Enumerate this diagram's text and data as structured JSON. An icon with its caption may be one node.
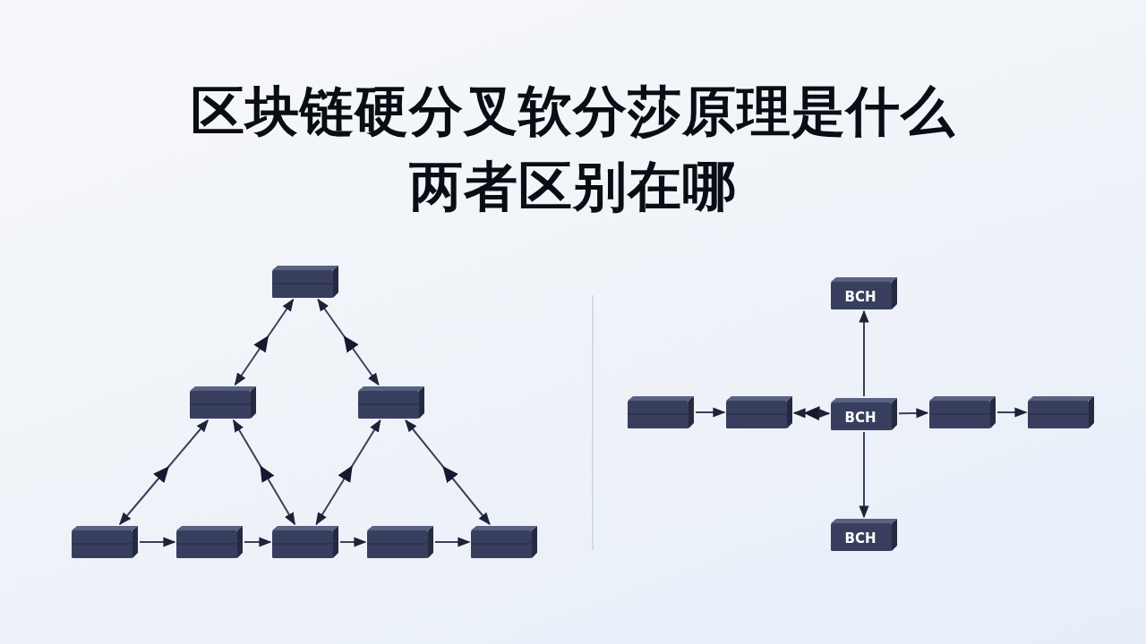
{
  "diagram": {
    "title": "区块链硬分叉软分莎原理是什么两者区别在哪",
    "nodes": [
      {
        "text": [],
        "shape": "box"
      },
      {
        "text": [],
        "shape": "box"
      },
      {
        "text": [],
        "shape": "box"
      },
      {
        "text": [],
        "shape": "box"
      },
      {
        "text": [],
        "shape": "box"
      },
      {
        "text": [],
        "shape": "box"
      },
      {
        "text": [],
        "shape": "box"
      },
      {
        "text": [],
        "shape": "box"
      },
      {
        "text": [
          "BCH"
        ]
      },
      {
        "text": [],
        "shape": "box"
      },
      {
        "text": [],
        "shape": "box"
      },
      {
        "text": [
          "BCH"
        ]
      },
      {
        "text": [],
        "shape": "box"
      },
      {
        "text": [],
        "shape": "box"
      },
      {
        "text": [
          "BCH"
        ]
      }
    ],
    "edges": [
      {
        "from": 0,
        "to": 1,
        "arrow": "both"
      },
      {
        "from": 0,
        "to": 2,
        "arrow": "both"
      },
      {
        "from": 1,
        "to": 3,
        "arrow": "both"
      },
      {
        "from": 1,
        "to": 5,
        "arrow": "both"
      },
      {
        "from": 2,
        "to": 5,
        "arrow": "both"
      },
      {
        "from": 2,
        "to": 7,
        "arrow": "both"
      },
      {
        "from": 3,
        "to": 4,
        "arrow": "to"
      },
      {
        "from": 4,
        "to": 5,
        "arrow": "to"
      },
      {
        "from": 5,
        "to": 6,
        "arrow": "to"
      },
      {
        "from": 6,
        "to": 7,
        "arrow": "to"
      },
      {
        "from": 9,
        "to": 10,
        "arrow": "to"
      },
      {
        "from": 10,
        "to": 11,
        "arrow": "both"
      },
      {
        "from": 11,
        "to": 12,
        "arrow": "to"
      },
      {
        "from": 12,
        "to": 13,
        "arrow": "to"
      },
      {
        "from": 11,
        "to": 8,
        "arrow": "to"
      },
      {
        "from": 11,
        "to": 14,
        "arrow": "to"
      }
    ]
  }
}
